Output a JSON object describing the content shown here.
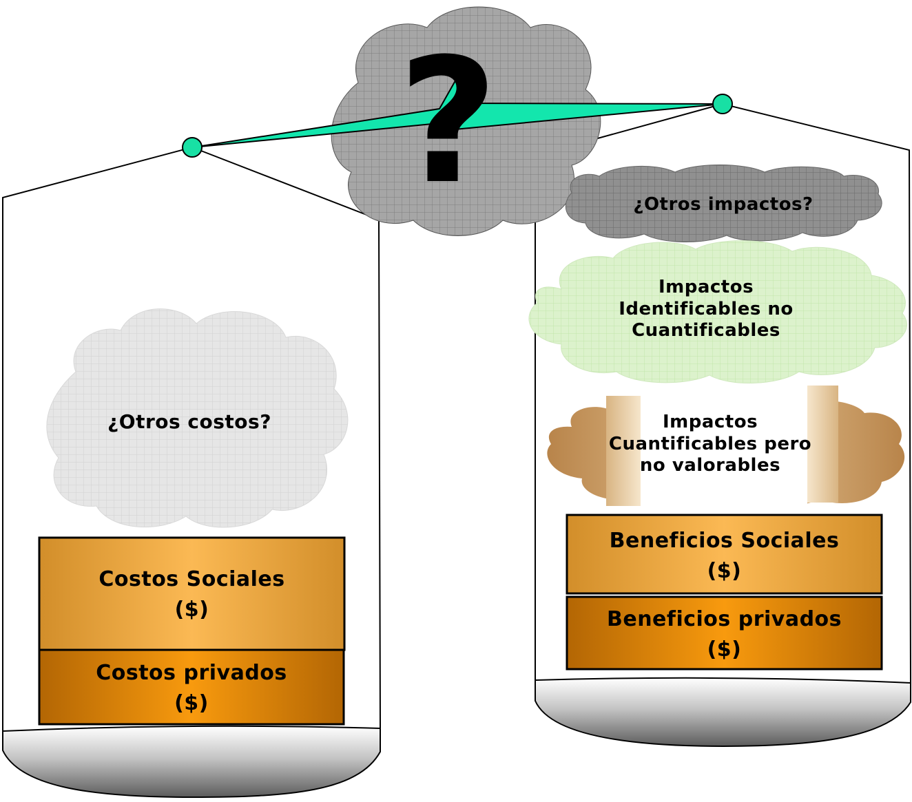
{
  "question_mark": "?",
  "left_pan": {
    "cloud_label": "¿Otros costos?",
    "social_costs": {
      "line1": "Costos Sociales",
      "line2": "($)"
    },
    "private_costs": {
      "line1": "Costos privados",
      "line2": "($)"
    }
  },
  "right_pan": {
    "other_impacts": "¿Otros impactos?",
    "identifiable": {
      "line1": "Impactos",
      "line2": "Identificables no",
      "line3": "Cuantificables"
    },
    "quantifiable": {
      "line1": "Impactos",
      "line2": "Cuantificables pero",
      "line3": "no valorables"
    },
    "social_benefits": {
      "line1": "Beneficios Sociales",
      "line2": "($)"
    },
    "private_benefits": {
      "line1": "Beneficios privados",
      "line2": "($)"
    }
  },
  "colors": {
    "beam": "#00e0a8",
    "pivot": "#16d9a0",
    "orange_light": "#f8b54e",
    "orange_dark": "#f49a10",
    "orange_edge": "#b86c0a",
    "cloud_gray_dark": "#9b9b9b",
    "cloud_gray_light": "#e4e4e4",
    "cloud_green": "#d8f0c8",
    "cloud_tan": "#c89a60"
  }
}
